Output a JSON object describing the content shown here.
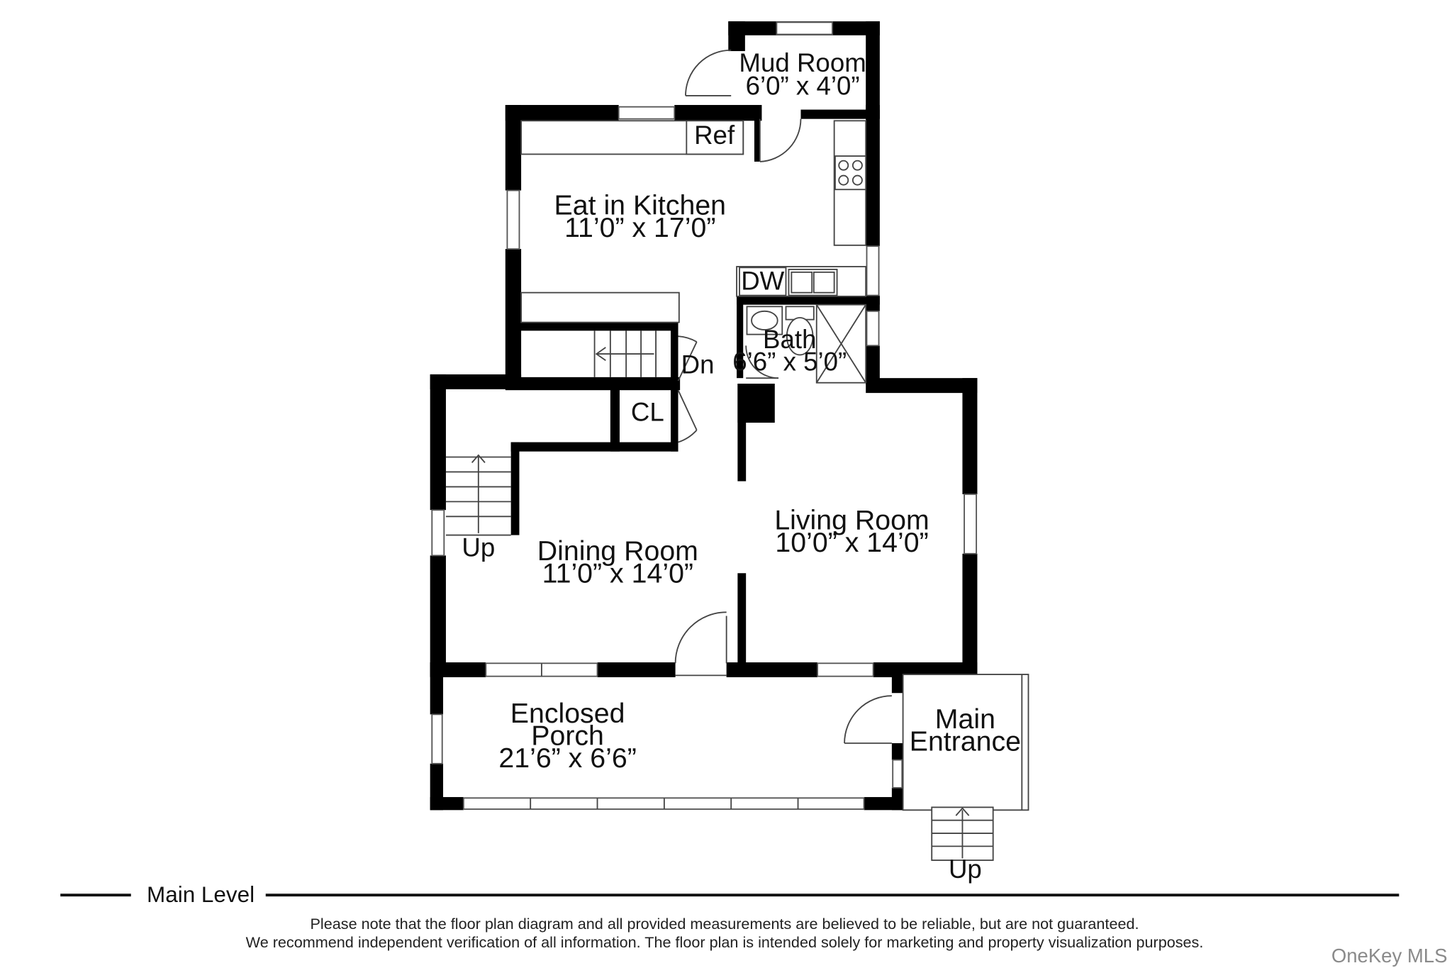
{
  "rooms": {
    "mud_room": {
      "name": "Mud Room",
      "size": "6’0” x 4’0”"
    },
    "kitchen": {
      "name": "Eat in Kitchen",
      "size": "11’0” x 17’0”"
    },
    "bath": {
      "name": "Bath",
      "size": "6’6” x 5’0”"
    },
    "dining": {
      "name": "Dining Room",
      "size": "11’0” x 14’0”"
    },
    "living": {
      "name": "Living Room",
      "size": "10’0” x 14’0”"
    },
    "porch": {
      "name_line1": "Enclosed",
      "name_line2": "Porch",
      "size": "21’6” x 6’6”"
    },
    "entrance": {
      "name_line1": "Main",
      "name_line2": "Entrance"
    }
  },
  "fixtures": {
    "ref": "Ref",
    "dw": "DW",
    "closet": "CL",
    "stairs_down": "Dn",
    "stairs_up_dining": "Up",
    "stairs_up_entrance": "Up"
  },
  "level_caption": "Main Level",
  "disclaimer": {
    "line1": "Please note that the floor plan diagram and all provided measurements are believed to be reliable, but are not guaranteed.",
    "line2": "We recommend independent verification of all information. The floor plan is intended solely for marketing and property visualization purposes."
  },
  "watermark": "OneKey MLS",
  "colors": {
    "wall": "#000000",
    "background": "#ffffff",
    "watermark": "#8a8a8a"
  }
}
